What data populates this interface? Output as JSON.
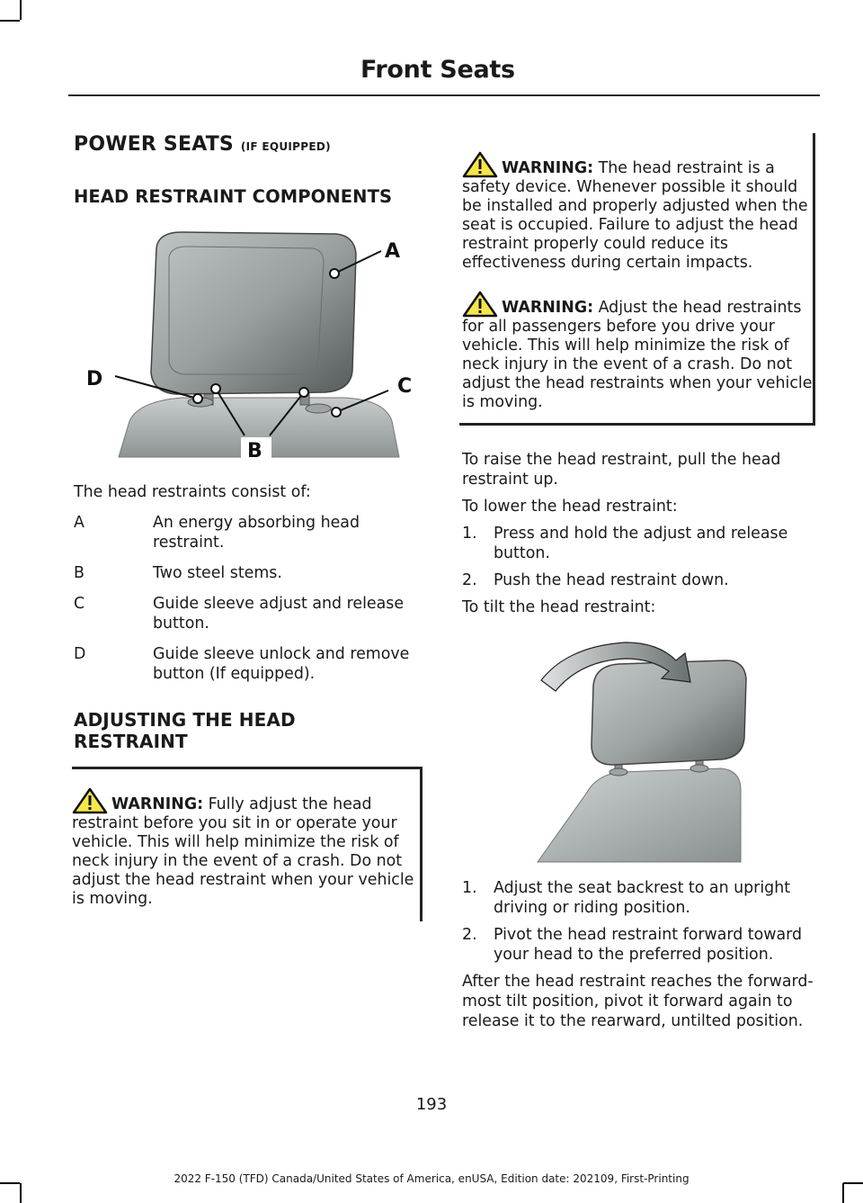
{
  "header": {
    "title": "Front Seats"
  },
  "left": {
    "section_title": "POWER SEATS",
    "section_qualifier": "(IF EQUIPPED)",
    "subsection_title": "HEAD RESTRAINT COMPONENTS",
    "figure1_labels": {
      "a": "A",
      "b": "B",
      "c": "C",
      "d": "D"
    },
    "intro": "The head restraints consist of:",
    "legend": [
      {
        "key": "A",
        "text": "An energy absorbing head restraint."
      },
      {
        "key": "B",
        "text": "Two steel stems."
      },
      {
        "key": "C",
        "text": "Guide sleeve adjust and release button."
      },
      {
        "key": "D",
        "text": "Guide sleeve unlock and remove button (If equipped)."
      }
    ],
    "adjust_title": "ADJUSTING THE HEAD RESTRAINT",
    "warning_label": "WARNING:",
    "warning_text": "Fully adjust the head restraint before you sit in or operate your vehicle. This will help minimize the risk of neck injury in the event of a crash. Do not adjust the head restraint when your vehicle is moving."
  },
  "right": {
    "warning1_label": "WARNING:",
    "warning1_text": "The head restraint is a safety device. Whenever possible it should be installed and properly adjusted when the seat is occupied. Failure to adjust the head restraint properly could reduce its effectiveness during certain impacts.",
    "warning2_label": "WARNING:",
    "warning2_text": "Adjust the head restraints for all passengers before you drive your vehicle. This will help minimize the risk of neck injury in the event of a crash. Do not adjust the head restraints when your vehicle is moving.",
    "raise_text": "To raise the head restraint, pull the head restraint up.",
    "lower_intro": "To lower the head restraint:",
    "lower_steps": [
      {
        "num": "1.",
        "text": "Press and hold the adjust and release button."
      },
      {
        "num": "2.",
        "text": "Push the head restraint down."
      }
    ],
    "tilt_intro": "To tilt the head restraint:",
    "tilt_steps": [
      {
        "num": "1.",
        "text": "Adjust the seat backrest to an upright driving or riding position."
      },
      {
        "num": "2.",
        "text": "Pivot the head restraint forward toward your head to the preferred position."
      }
    ],
    "closing_text": "After the head restraint reaches the forward-most tilt position, pivot it forward again to release it to the rearward, untilted position."
  },
  "footer": {
    "page_number": "193",
    "edition": "2022 F-150 (TFD) Canada/United States of America, enUSA, Edition date: 202109, First-Printing"
  }
}
